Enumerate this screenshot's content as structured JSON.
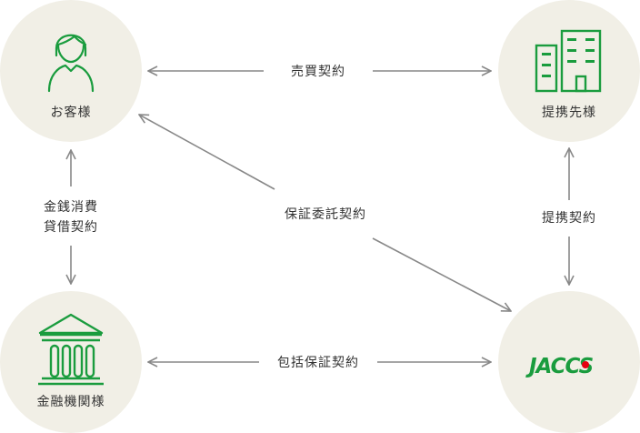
{
  "colors": {
    "circle_fill": "#f1efe6",
    "icon_green": "#1a9c3e",
    "arrow_gray": "#888888",
    "text": "#333333",
    "logo_red": "#e60012"
  },
  "nodes": {
    "customer": {
      "label": "お客様",
      "icon": "person-icon"
    },
    "partner": {
      "label": "提携先様",
      "icon": "building-icon"
    },
    "bank": {
      "label": "金融機関様",
      "icon": "bank-icon"
    },
    "jaccs": {
      "label": "JACCS",
      "icon": "jaccs-logo"
    }
  },
  "edges": {
    "sales": {
      "label": "売買契約"
    },
    "loan": {
      "line1": "金銭消費",
      "line2": "貸借契約"
    },
    "guarantee_consign": {
      "label": "保証委託契約"
    },
    "partnership": {
      "label": "提携契約"
    },
    "blanket_guarantee": {
      "label": "包括保証契約"
    }
  }
}
